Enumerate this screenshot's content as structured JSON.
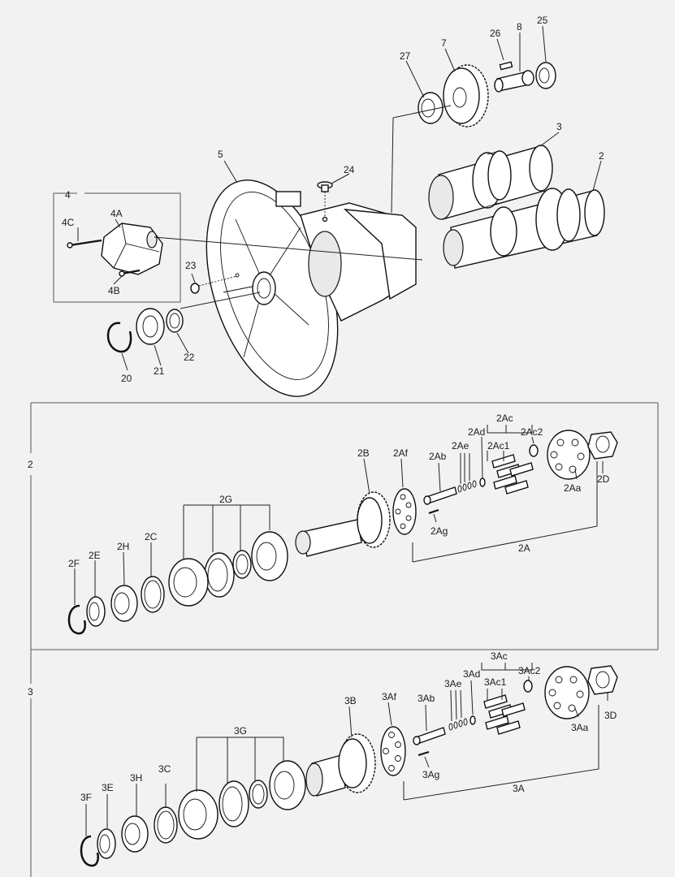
{
  "labels": {
    "l27": "27",
    "l7": "7",
    "l26": "26",
    "l8": "8",
    "l25": "25",
    "l3": "3",
    "l5": "5",
    "l24": "24",
    "l2": "2",
    "l4": "4",
    "l4A": "4A",
    "l4C": "4C",
    "l4B": "4B",
    "l23": "23",
    "l20": "20",
    "l21": "21",
    "l22": "22",
    "s2_side": "2",
    "l2Ac": "2Ac",
    "l2Ad": "2Ad",
    "l2Ac2": "2Ac2",
    "l2Ae": "2Ae",
    "l2Ac1": "2Ac1",
    "l2B": "2B",
    "l2Af": "2Af",
    "l2Ab": "2Ab",
    "l2Aa": "2Aa",
    "l2D": "2D",
    "l2G": "2G",
    "l2Ag": "2Ag",
    "l2H": "2H",
    "l2C": "2C",
    "l2E": "2E",
    "l2F": "2F",
    "l2A": "2A",
    "s3_side": "3",
    "l3Ac": "3Ac",
    "l3Ad": "3Ad",
    "l3Ac2": "3Ac2",
    "l3Ae": "3Ae",
    "l3Ac1": "3Ac1",
    "l3B": "3B",
    "l3Af": "3Af",
    "l3Ab": "3Ab",
    "l3Aa": "3Aa",
    "l3D": "3D",
    "l3G": "3G",
    "l3Ag": "3Ag",
    "l3H": "3H",
    "l3C": "3C",
    "l3E": "3E",
    "l3F": "3F",
    "l3A": "3A"
  },
  "colors": {
    "ink": "#111111",
    "paper": "#f2f2f2",
    "frame": "#555555"
  }
}
